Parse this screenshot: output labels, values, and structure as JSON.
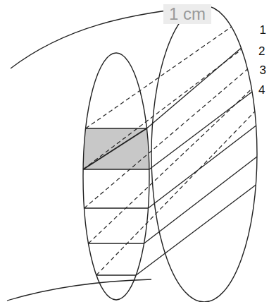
{
  "diagram": {
    "labels": [
      "1 cm",
      "1",
      "2",
      "3",
      "4"
    ]
  }
}
